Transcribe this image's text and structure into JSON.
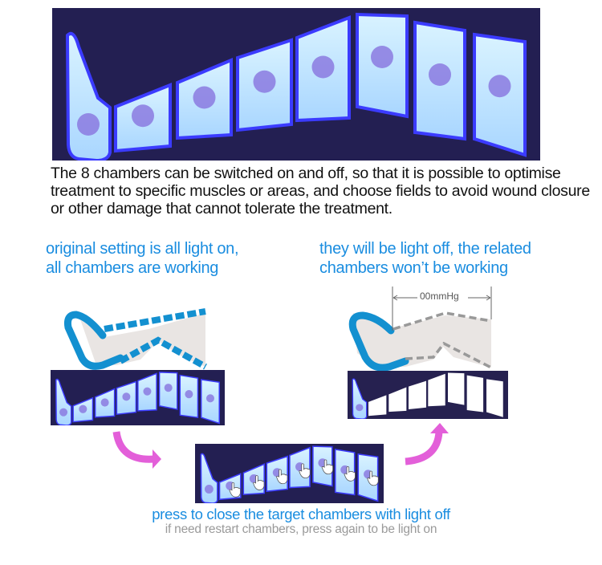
{
  "description": "The 8 chambers can be switched on and off, so that it is possible to optimise treatment to specific muscles or areas, and choose fields to avoid wound closure or other damage that cannot tolerate the treatment.",
  "left_heading": [
    "original setting is all light on,",
    "all chambers are working"
  ],
  "right_heading": [
    "they will be light off, the related",
    "chambers won’t be working"
  ],
  "pressure_label": "00mmHg",
  "bottom_main": "press to close the target chambers with light off",
  "bottom_sub": "if need restart chambers, press again to be light on",
  "chamber_count": 8,
  "icons": [
    "leg-chambers-icon",
    "hand-pointer-icon",
    "curved-arrow-icon"
  ],
  "colors": {
    "accent": "#1a8de0",
    "arrow": "#e35fd9",
    "panel_bg": "#231f52",
    "chamber_glow": "#3b3bff",
    "dot": "#8b7ae0",
    "leg_blue": "#1390d0",
    "leg_gray": "#e9e5e3"
  }
}
